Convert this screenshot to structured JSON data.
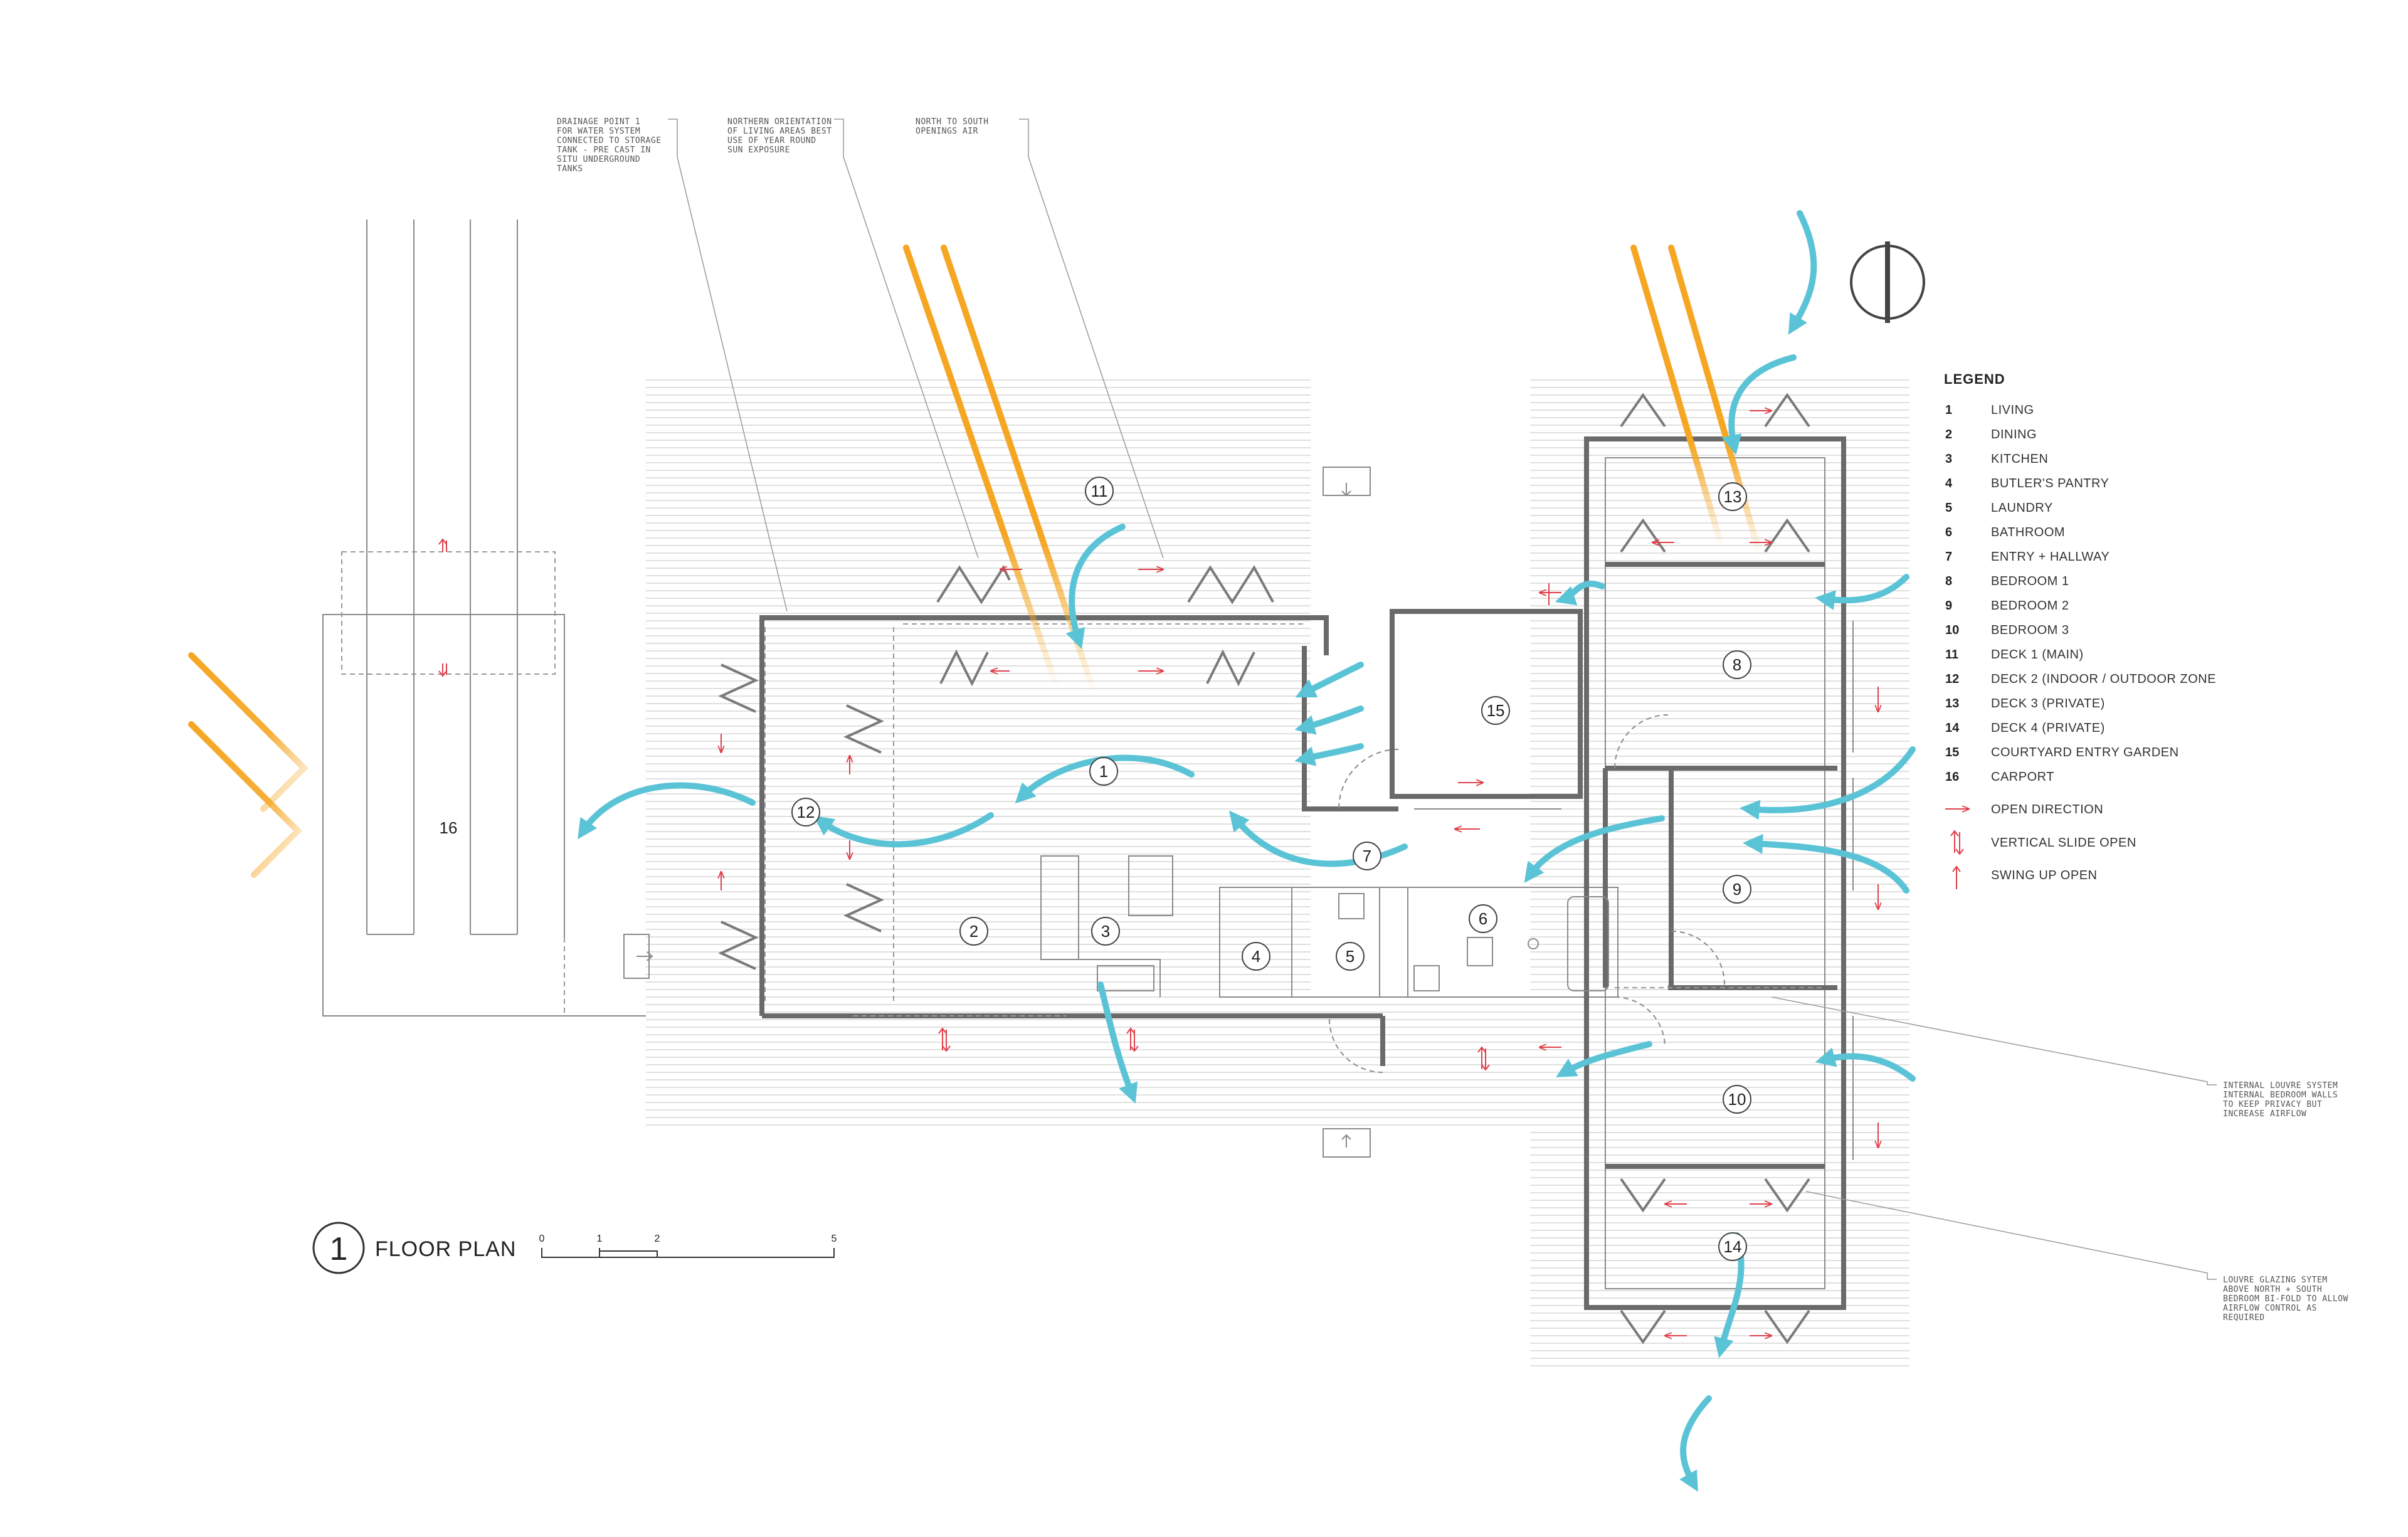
{
  "annotations": {
    "drainage": [
      "DRAINAGE POINT 1",
      "FOR WATER SYSTEM",
      "CONNECTED TO STORAGE",
      "TANK - PRE CAST IN",
      "SITU UNDERGROUND",
      "TANKS"
    ],
    "orientation": [
      "NORTHERN ORIENTATION",
      "OF LIVING AREAS BEST",
      "USE OF YEAR ROUND",
      "SUN EXPOSURE"
    ],
    "openings": [
      "NORTH TO SOUTH",
      "OPENINGS AIR"
    ],
    "louvre_internal": [
      "INTERNAL LOUVRE SYSTEM",
      "INTERNAL BEDROOM WALLS",
      "TO KEEP PRIVACY BUT",
      "INCREASE AIRFLOW"
    ],
    "louvre_glazing": [
      "LOUVRE GLAZING SYTEM",
      "ABOVE NORTH + SOUTH",
      "BEDROOM BI-FOLD TO ALLOW",
      "AIRFLOW CONTROL AS",
      "REQUIRED"
    ]
  },
  "rooms": {
    "r1": "1",
    "r2": "2",
    "r3": "3",
    "r4": "4",
    "r5": "5",
    "r6": "6",
    "r7": "7",
    "r8": "8",
    "r9": "9",
    "r10": "10",
    "r11": "11",
    "r12": "12",
    "r13": "13",
    "r14": "14",
    "r15": "15",
    "r16": "16"
  },
  "legend": {
    "title": "LEGEND",
    "items": [
      {
        "num": "1",
        "label": "LIVING"
      },
      {
        "num": "2",
        "label": "DINING"
      },
      {
        "num": "3",
        "label": "KITCHEN"
      },
      {
        "num": "4",
        "label": "BUTLER'S PANTRY"
      },
      {
        "num": "5",
        "label": "LAUNDRY"
      },
      {
        "num": "6",
        "label": "BATHROOM"
      },
      {
        "num": "7",
        "label": "ENTRY + HALLWAY"
      },
      {
        "num": "8",
        "label": "BEDROOM 1"
      },
      {
        "num": "9",
        "label": "BEDROOM 2"
      },
      {
        "num": "10",
        "label": "BEDROOM 3"
      },
      {
        "num": "11",
        "label": "DECK 1 (MAIN)"
      },
      {
        "num": "12",
        "label": "DECK 2 (INDOOR / OUTDOOR ZONE"
      },
      {
        "num": "13",
        "label": "DECK 3 (PRIVATE)"
      },
      {
        "num": "14",
        "label": "DECK 4 (PRIVATE)"
      },
      {
        "num": "15",
        "label": "COURTYARD ENTRY GARDEN"
      },
      {
        "num": "16",
        "label": "CARPORT"
      }
    ],
    "symbols": [
      {
        "label": "OPEN DIRECTION",
        "icon": "arrow-right-icon"
      },
      {
        "label": "VERTICAL SLIDE OPEN",
        "icon": "double-arrow-icon"
      },
      {
        "label": "SWING UP OPEN",
        "icon": "arrow-up-icon"
      }
    ]
  },
  "title": {
    "number": "1",
    "text": "FLOOR PLAN"
  },
  "scale": {
    "ticks": [
      "0",
      "1",
      "2",
      "5"
    ]
  },
  "colors": {
    "sun": "#f5a623",
    "air": "#5bc3d6",
    "arrow": "#e0404a",
    "wall": "#6a6a6a"
  }
}
